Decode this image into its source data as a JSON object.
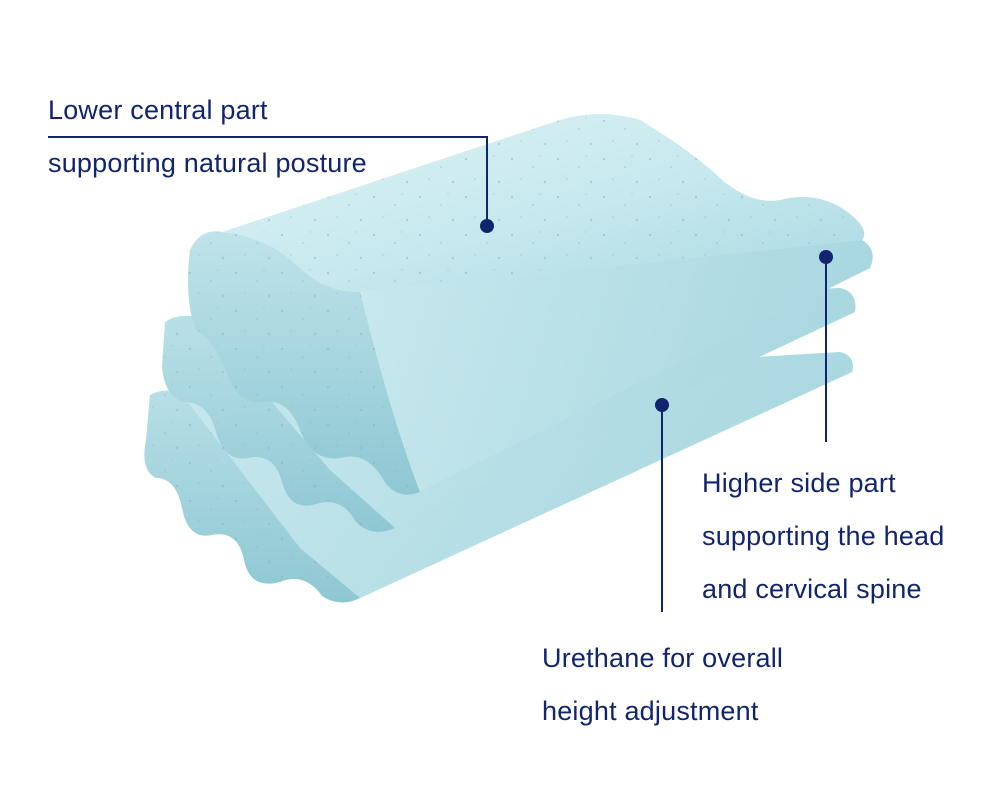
{
  "colors": {
    "leader": "#10256e",
    "text": "#10256e",
    "foam_light": "#d8f0f3",
    "foam_mid": "#b5dfe6",
    "foam_dark": "#8ec7d2",
    "speckle": "#7fb2bc"
  },
  "callouts": {
    "central": {
      "line1": "Lower central part",
      "line2": "supporting natural posture"
    },
    "side": {
      "line1": "Higher side part",
      "line2": "supporting the head",
      "line3": "and cervical spine"
    },
    "urethane": {
      "line1": "Urethane for overall",
      "line2": "height adjustment"
    }
  }
}
